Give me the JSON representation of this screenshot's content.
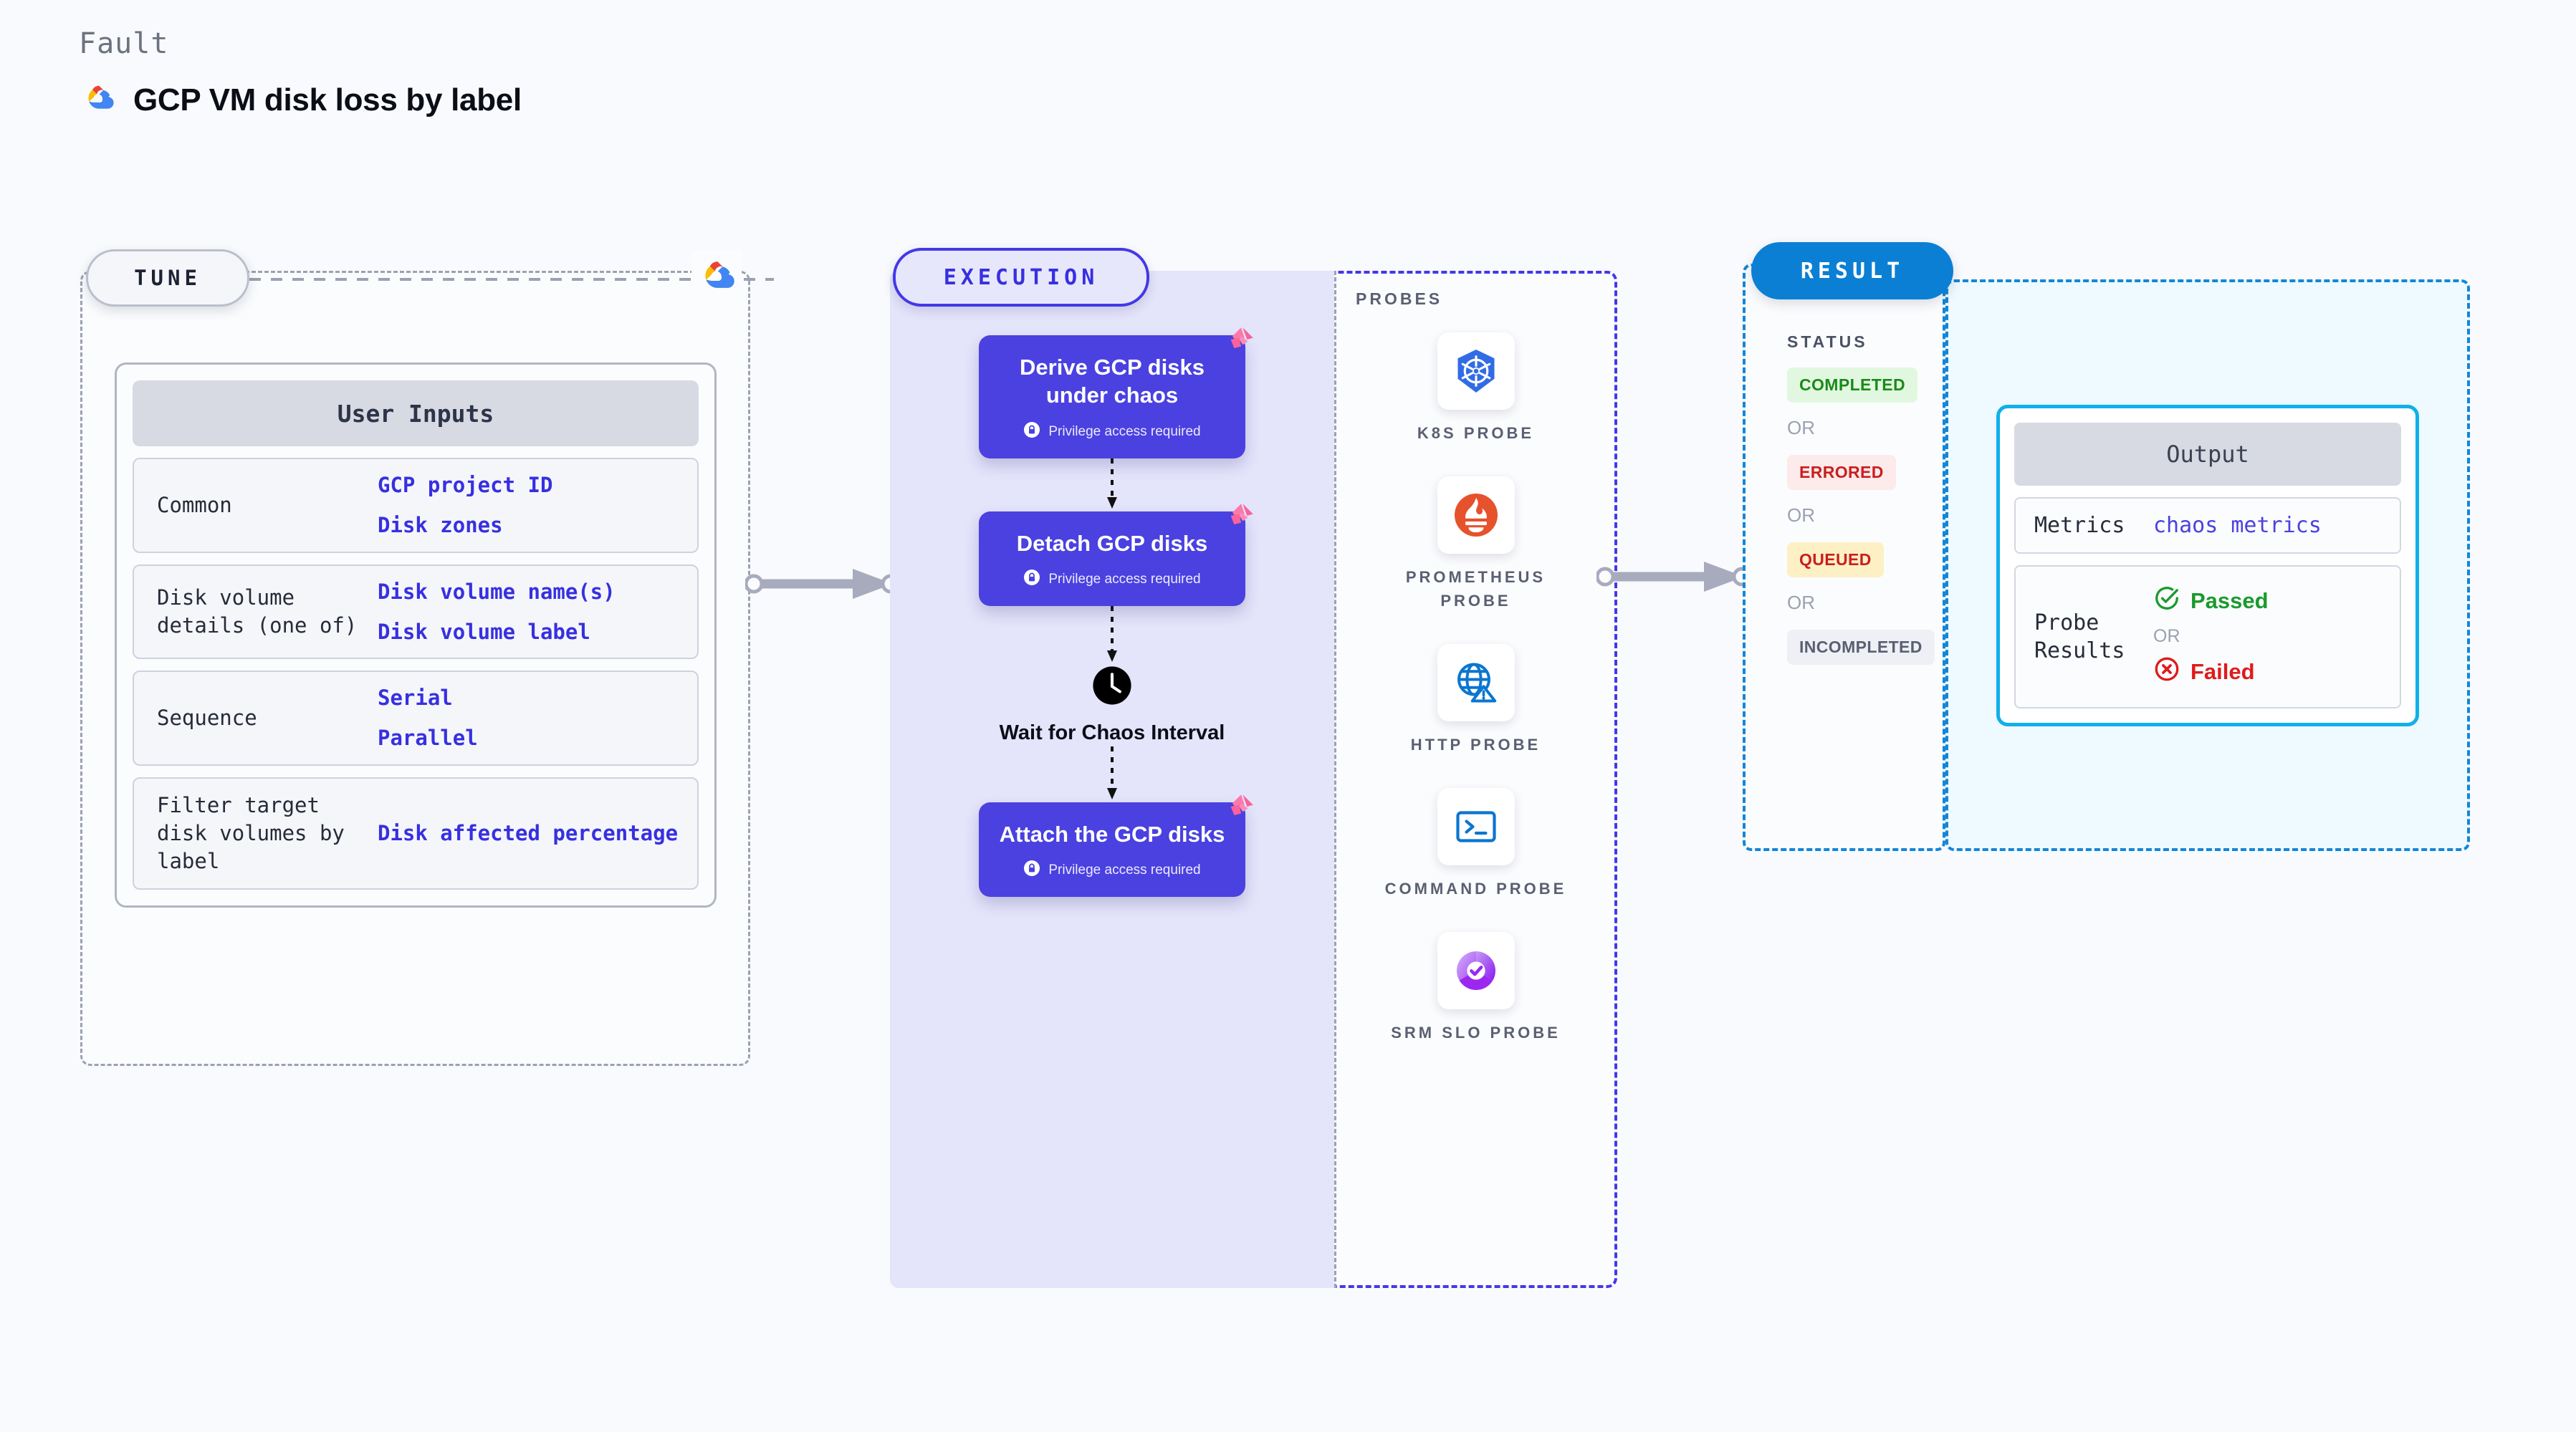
{
  "header": {
    "kicker": "Fault",
    "title": "GCP VM disk loss by label",
    "logo_icon": "gcp-cloud-logo"
  },
  "tune": {
    "badge": "TUNE",
    "corner_icon": "gcp-cloud-logo",
    "card_title": "User Inputs",
    "rows": [
      {
        "key": "Common",
        "values": [
          "GCP project ID",
          "Disk zones"
        ]
      },
      {
        "key": "Disk volume details (one of)",
        "values": [
          "Disk volume name(s)",
          "Disk volume label"
        ]
      },
      {
        "key": "Sequence",
        "values": [
          "Serial",
          "Parallel"
        ]
      },
      {
        "key": "Filter target disk volumes by label",
        "values": [
          "Disk affected percentage"
        ]
      }
    ]
  },
  "execution": {
    "badge": "EXECUTION",
    "privilege_note": "Privilege access required",
    "nodes": [
      {
        "title": "Derive GCP disks under chaos",
        "privileged": true,
        "badge_icon": "litmus-logo"
      },
      {
        "title": "Detach GCP disks",
        "privileged": true,
        "badge_icon": "litmus-logo"
      },
      {
        "title": "Wait for Chaos Interval",
        "privileged": false,
        "icon": "clock-icon"
      },
      {
        "title": "Attach the GCP disks",
        "privileged": true,
        "badge_icon": "litmus-logo"
      }
    ],
    "probes_title": "PROBES",
    "probes": [
      {
        "label": "K8S PROBE",
        "icon": "kubernetes-icon"
      },
      {
        "label": "PROMETHEUS PROBE",
        "icon": "prometheus-icon"
      },
      {
        "label": "HTTP PROBE",
        "icon": "http-globe-icon"
      },
      {
        "label": "COMMAND PROBE",
        "icon": "terminal-icon"
      },
      {
        "label": "SRM SLO PROBE",
        "icon": "srm-slo-icon"
      }
    ]
  },
  "result": {
    "badge": "RESULT",
    "status_label": "STATUS",
    "or_label": "OR",
    "statuses": [
      {
        "text": "COMPLETED",
        "color": "#1a8a1a",
        "bg": "#e2f7e0"
      },
      {
        "text": "ERRORED",
        "color": "#c81f1f",
        "bg": "#fdeaea"
      },
      {
        "text": "QUEUED",
        "color": "#c81f1f",
        "bg": "#fdf0c4"
      },
      {
        "text": "INCOMPLETED",
        "color": "#5a6072",
        "bg": "#eef0f5"
      }
    ],
    "output": {
      "title": "Output",
      "metrics_key": "Metrics",
      "metrics_value": "chaos metrics",
      "probe_results_key": "Probe Results",
      "passed": "Passed",
      "failed": "Failed",
      "or_label": "OR",
      "passed_color": "#1a9a2e",
      "failed_color": "#e01b1b"
    }
  },
  "colors": {
    "background": "#f9fafd",
    "node_purple": "#4a41e0",
    "accent_blue": "#0b7fd4",
    "output_border": "#10b0e8",
    "litmus_pink": "#f9639a",
    "tune_dash": "#9aa2b1",
    "exec_dash": "#4338e8"
  }
}
